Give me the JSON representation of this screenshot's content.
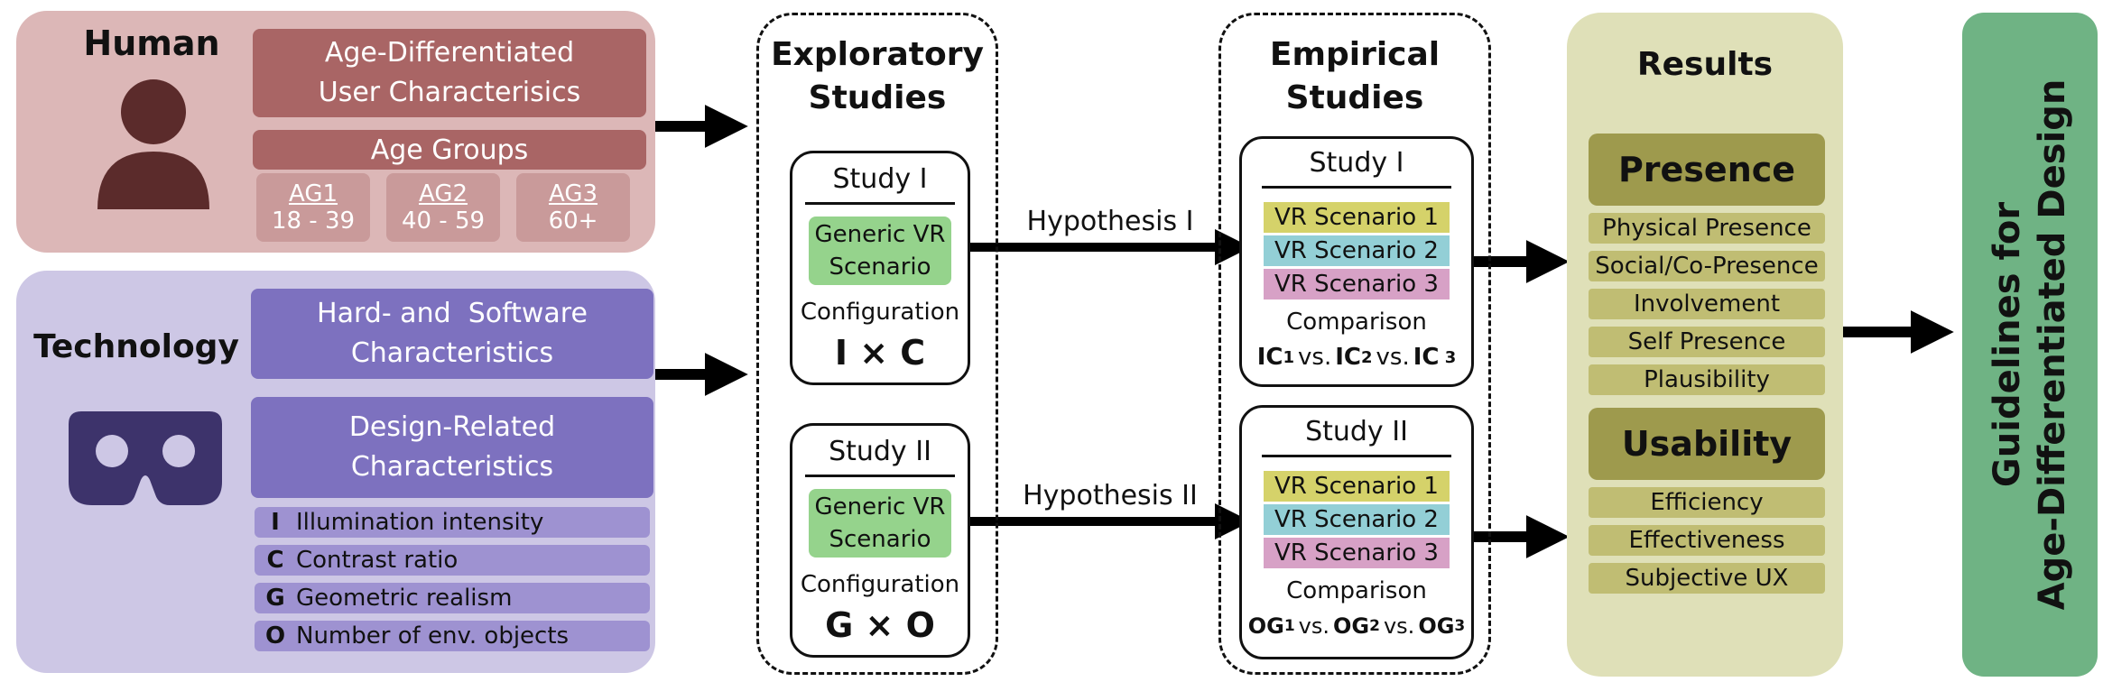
{
  "human": {
    "title": "Human",
    "characteristics_line1": "Age-Differentiated",
    "characteristics_line2": "User Characterisics",
    "age_groups_label": "Age Groups",
    "groups": [
      {
        "name": "AG1",
        "range": "18 - 39"
      },
      {
        "name": "AG2",
        "range": "40 - 59"
      },
      {
        "name": "AG3",
        "range": "60+"
      }
    ]
  },
  "technology": {
    "title": "Technology",
    "hw_sw_line1": "Hard- and  Software",
    "hw_sw_line2": "Characteristics",
    "design_line1": "Design-Related",
    "design_line2": "Characteristics",
    "parameters": [
      {
        "letter": "I",
        "label": "Illumination intensity"
      },
      {
        "letter": "C",
        "label": "Contrast ratio"
      },
      {
        "letter": "G",
        "label": "Geometric realism"
      },
      {
        "letter": "O",
        "label": "Number of env. objects"
      }
    ]
  },
  "exploratory": {
    "title_line1": "Exploratory",
    "title_line2": "Studies",
    "study1": {
      "title": "Study I",
      "scenario_line1": "Generic VR",
      "scenario_line2": "Scenario",
      "config_label": "Configuration",
      "config_value": "I × C"
    },
    "study2": {
      "title": "Study II",
      "scenario_line1": "Generic VR",
      "scenario_line2": "Scenario",
      "config_label": "Configuration",
      "config_value": "G × O"
    }
  },
  "hypotheses": {
    "h1": "Hypothesis I",
    "h2": "Hypothesis II"
  },
  "empirical": {
    "title_line1": "Empirical",
    "title_line2": "Studies",
    "study1": {
      "title": "Study I",
      "scenarios": [
        "VR Scenario 1",
        "VR Scenario 2",
        "VR Scenario 3"
      ],
      "comparison_label": "Comparison",
      "terms": [
        "IC",
        "IC",
        "IC"
      ],
      "subs": [
        "1",
        "2",
        " 3"
      ],
      "vs": "vs."
    },
    "study2": {
      "title": "Study II",
      "scenarios": [
        "VR Scenario 1",
        "VR Scenario 2",
        "VR Scenario 3"
      ],
      "comparison_label": "Comparison",
      "terms": [
        "OG",
        "OG",
        "OG"
      ],
      "subs": [
        "1",
        "2",
        "3"
      ],
      "vs": "vs."
    }
  },
  "results": {
    "title": "Results",
    "presence": {
      "header": "Presence",
      "items": [
        "Physical Presence",
        "Social/Co-Presence",
        "Involvement",
        "Self Presence",
        "Plausibility"
      ]
    },
    "usability": {
      "header": "Usability",
      "items": [
        "Efficiency",
        "Effectiveness",
        "Subjective UX"
      ]
    }
  },
  "guidelines": {
    "line1": "Guidelines for",
    "line2": "Age-Differentiated Design"
  },
  "colors": {
    "human_bg": "#dcb7b7",
    "human_box": "#a96565",
    "tech_bg": "#cdc7e5",
    "tech_box": "#7d71bf",
    "scenario_green": "#95d38c",
    "vr1": "#d5d26a",
    "vr2": "#93cfd6",
    "vr3": "#d7a1c6",
    "results_bg": "#dfe0b8",
    "results_header": "#9e9a4d",
    "results_item": "#c0bd73",
    "guidelines_bg": "#6fb384"
  }
}
